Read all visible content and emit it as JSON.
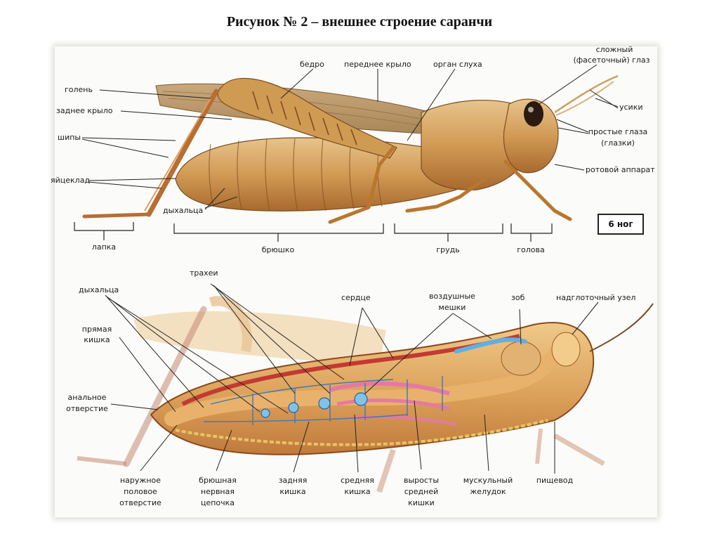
{
  "title": "Рисунок № 2 – внешнее строение саранчи",
  "badge": "6 ног",
  "external": {
    "golen": "голень",
    "zadnee_krylo": "заднее крыло",
    "shipy": "шипы",
    "yaytseklad": "яйцеклад",
    "bedro": "бедро",
    "perednee_krylo": "переднее крыло",
    "organ_slukha": "орган слуха",
    "slozhny_1": "сложный",
    "slozhny_2": "(фасеточный) глаз",
    "usiki": "усики",
    "prostye_1": "простые глаза",
    "prostye_2": "(глазки)",
    "rotovoy": "ротовой аппарат",
    "dykhaltsa": "дыхальца",
    "lapka": "лапка",
    "bryushko": "брюшко",
    "grud": "грудь",
    "golova": "голова"
  },
  "internal": {
    "trakhei": "трахеи",
    "dykhaltsa": "дыхальца",
    "serdtse": "сердце",
    "vozdushnye_1": "воздушные",
    "vozdushnye_2": "мешки",
    "zob": "зоб",
    "nadglotochny": "надглоточный узел",
    "pryamaya_1": "прямая",
    "pryamaya_2": "кишка",
    "analnoe_1": "анальное",
    "analnoe_2": "отверстие",
    "naruzhnoe_1": "наружное",
    "naruzhnoe_2": "половое",
    "naruzhnoe_3": "отверстие",
    "bryushnaya_1": "брюшная",
    "bryushnaya_2": "нервная",
    "bryushnaya_3": "цепочка",
    "zadnyaya_1": "задняя",
    "zadnyaya_2": "кишка",
    "srednyaya_1": "средняя",
    "srednyaya_2": "кишка",
    "vyrosty_1": "выросты",
    "vyrosty_2": "средней",
    "vyrosty_3": "кишки",
    "muskulny_1": "мускульный",
    "muskulny_2": "желудок",
    "pishchevod": "пищевод"
  }
}
